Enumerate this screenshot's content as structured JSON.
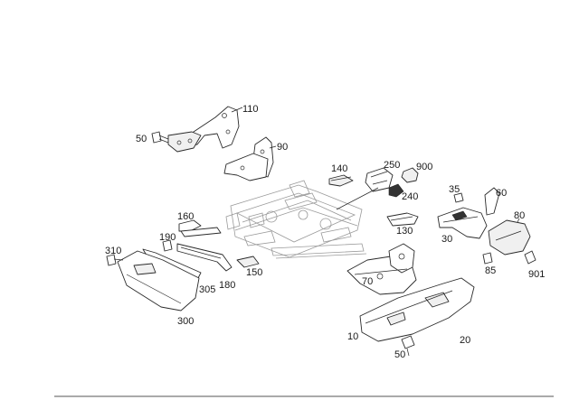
{
  "diagram": {
    "part_labels": {
      "p10": "10",
      "p20": "20",
      "p30": "30",
      "p35": "35",
      "p50a": "50",
      "p50b": "50",
      "p60": "60",
      "p70": "70",
      "p80": "80",
      "p85": "85",
      "p90": "90",
      "p110": "110",
      "p130": "130",
      "p140": "140",
      "p150": "150",
      "p160": "160",
      "p180": "180",
      "p190": "190",
      "p240": "240",
      "p250": "250",
      "p300": "300",
      "p305": "305",
      "p310": "310",
      "p900": "900",
      "p901": "901"
    }
  }
}
